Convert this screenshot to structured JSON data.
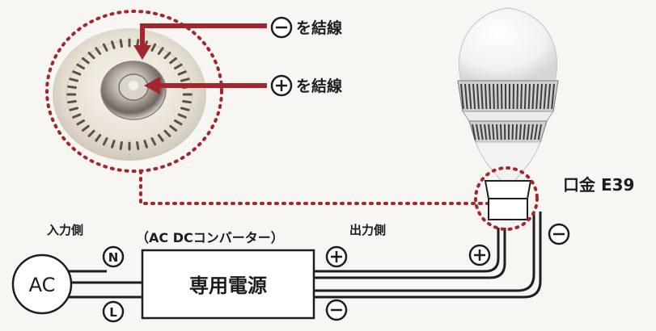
{
  "labels": {
    "negative_connection": "を結線",
    "positive_connection": "を結線",
    "base_type": "口金 E39",
    "input_side": "入力側",
    "output_side": "出力側",
    "converter_note": "（AC DCコンバーター）",
    "power_supply": "専用電源",
    "ac_source": "AC",
    "terminal_n": "N",
    "terminal_l": "L"
  },
  "colors": {
    "accent_red": "#a3262c",
    "wire": "#1e1e1e",
    "background": "#f7f6f3"
  },
  "icons": {
    "minus": "minus-circle-icon",
    "plus": "plus-circle-icon"
  }
}
